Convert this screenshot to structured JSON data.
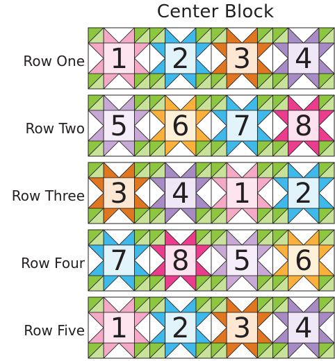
{
  "title": "Center Block",
  "colors": {
    "green_dark": "#8dc63f",
    "green_light": "#c8e29a",
    "white": "#ffffff",
    "outline": "#231f20",
    "pink": "#f4a9c6",
    "pink_center": "#fde4ee",
    "blue": "#3fb8ea",
    "blue_center": "#e2f4fb",
    "orange": "#e0761f",
    "orange_center": "#fde7d3",
    "purple": "#a78bc4",
    "purple_center": "#efe7f6",
    "lavender": "#c8a9d6",
    "lavender_center": "#f5eefa",
    "yellow": "#fbb03b",
    "yellow_center": "#fff0d8",
    "magenta": "#ec3c8e",
    "magenta_center": "#fde1ee"
  },
  "rows": [
    {
      "label": "Row One",
      "blocks": [
        {
          "number": "1",
          "color": "pink"
        },
        {
          "number": "2",
          "color": "blue"
        },
        {
          "number": "3",
          "color": "orange"
        },
        {
          "number": "4",
          "color": "purple"
        }
      ]
    },
    {
      "label": "Row Two",
      "blocks": [
        {
          "number": "5",
          "color": "lavender"
        },
        {
          "number": "6",
          "color": "yellow"
        },
        {
          "number": "7",
          "color": "blue"
        },
        {
          "number": "8",
          "color": "magenta"
        }
      ]
    },
    {
      "label": "Row Three",
      "blocks": [
        {
          "number": "3",
          "color": "orange"
        },
        {
          "number": "4",
          "color": "purple"
        },
        {
          "number": "1",
          "color": "pink"
        },
        {
          "number": "2",
          "color": "blue"
        }
      ]
    },
    {
      "label": "Row Four",
      "blocks": [
        {
          "number": "7",
          "color": "blue"
        },
        {
          "number": "8",
          "color": "magenta"
        },
        {
          "number": "5",
          "color": "lavender"
        },
        {
          "number": "6",
          "color": "yellow"
        }
      ]
    },
    {
      "label": "Row Five",
      "blocks": [
        {
          "number": "1",
          "color": "pink"
        },
        {
          "number": "2",
          "color": "blue"
        },
        {
          "number": "3",
          "color": "orange"
        },
        {
          "number": "4",
          "color": "purple"
        }
      ]
    }
  ]
}
